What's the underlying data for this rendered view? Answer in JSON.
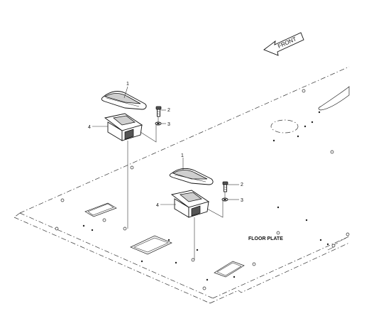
{
  "diagram": {
    "direction_label": "FRONT",
    "plate_label": "FLOOR PLATE",
    "callouts": {
      "upper": {
        "c1": "1",
        "c2": "2",
        "c3": "3",
        "c4": "4"
      },
      "lower": {
        "c1": "1",
        "c2": "2",
        "c3": "3",
        "c4": "4"
      }
    }
  }
}
